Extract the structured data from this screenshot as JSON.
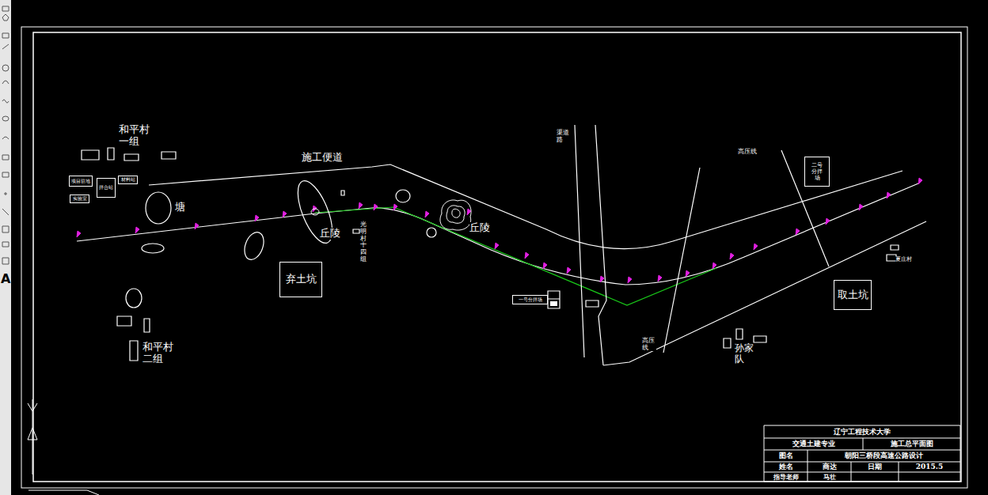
{
  "diagram": {
    "nodes": [
      {
        "text": [
          "项目驻地"
        ]
      },
      {
        "text": [
          "实验室"
        ]
      },
      {
        "text": [
          "拌合站"
        ]
      },
      {
        "text": [
          "材料站"
        ]
      },
      {
        "text": [
          "弃土坑"
        ]
      },
      {
        "text": [
          "一号分拌场"
        ]
      },
      {
        "text": [
          "二号分拌场"
        ]
      },
      {
        "text": [
          "取土坑"
        ]
      }
    ],
    "labels": [
      "和平村 一组",
      "施工便道",
      "塘",
      "丘陵",
      "光明村十四组",
      "丘陵",
      "渠道 路",
      "高压线",
      "夏庄村",
      "高压 线",
      "孙家 队",
      "和平村 二组",
      "辽宁工程技术大学",
      "交通土建专业",
      "施工总平面图",
      "图名",
      "朝阳三桥段高速公路设计",
      "姓名",
      "商达",
      "日期",
      "2015.5",
      "指导老师",
      "马壮",
      "A"
    ]
  }
}
